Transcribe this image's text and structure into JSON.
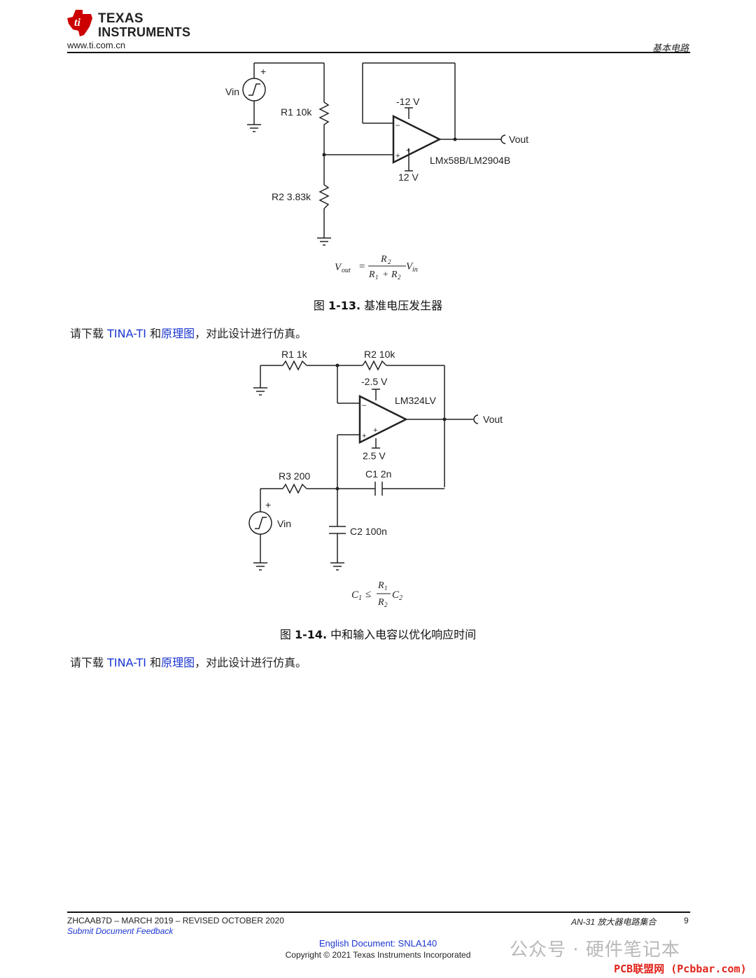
{
  "header": {
    "logo_line1": "TEXAS",
    "logo_line2": "INSTRUMENTS",
    "site": "www.ti.com.cn",
    "section": "基本电路",
    "accent_color": "#cc0000"
  },
  "figure1": {
    "labels": {
      "vin": "Vin",
      "plus": "+",
      "r1": "R1  10k",
      "r2": "R2  3.83k",
      "vneg": "-12 V",
      "vpos": "12 V",
      "opamp": "LMx58B/LM2904B",
      "vout": "Vout",
      "in_minus": "–",
      "in_plus": "+",
      "sup_plus": "+"
    },
    "equation": {
      "lhs": "V",
      "lhs_sub": "out",
      "eq": "=",
      "num": "R",
      "num_sub": "2",
      "den": "R",
      "den_sub1": "1",
      "den_plus": "+",
      "den_sub2": "2",
      "rhs": "V",
      "rhs_sub": "in"
    },
    "caption_prefix": "图",
    "caption_num": "1-13.",
    "caption_text": "基准电压发生器"
  },
  "para1": {
    "text1": "请下载",
    "link1": "TINA-TI",
    "text2": "和",
    "link2": "原理图",
    "text3": "，对此设计进行仿真。"
  },
  "figure2": {
    "labels": {
      "r1": "R1  1k",
      "r2": "R2  10k",
      "vneg": "-2.5 V",
      "opamp": "LM324LV",
      "vout": "Vout",
      "vpos": "2.5 V",
      "r3": "R3  200",
      "c1": "C1  2n",
      "vin": "Vin",
      "plus": "+",
      "c2": "C2  100n",
      "in_minus": "–",
      "in_plus": "+",
      "sup_plus": "+"
    },
    "equation": {
      "lhs": "C",
      "lhs_sub": "1",
      "rel": "≤",
      "num": "R",
      "num_sub": "1",
      "den": "R",
      "den_sub": "2",
      "rhs": "C",
      "rhs_sub": "2"
    },
    "caption_prefix": "图",
    "caption_num": "1-14.",
    "caption_text": "中和输入电容以优化响应时间"
  },
  "para2": {
    "text1": "请下载",
    "link1": "TINA-TI",
    "text2": "和",
    "link2": "原理图",
    "text3": "，对此设计进行仿真。"
  },
  "footer": {
    "doc_line": "ZHCAAB7D – MARCH 2019 – REVISED OCTOBER 2020",
    "feedback": "Submit Document Feedback",
    "title": "AN-31 放大器电路集合",
    "page": "9",
    "english_doc": "English Document: SNLA140",
    "copyright": "Copyright © 2021 Texas Instruments Incorporated"
  },
  "watermark": {
    "text": "公众号 · 硬件笔记本",
    "badge": "PCB联盟网 (Pcbbar.com)"
  }
}
